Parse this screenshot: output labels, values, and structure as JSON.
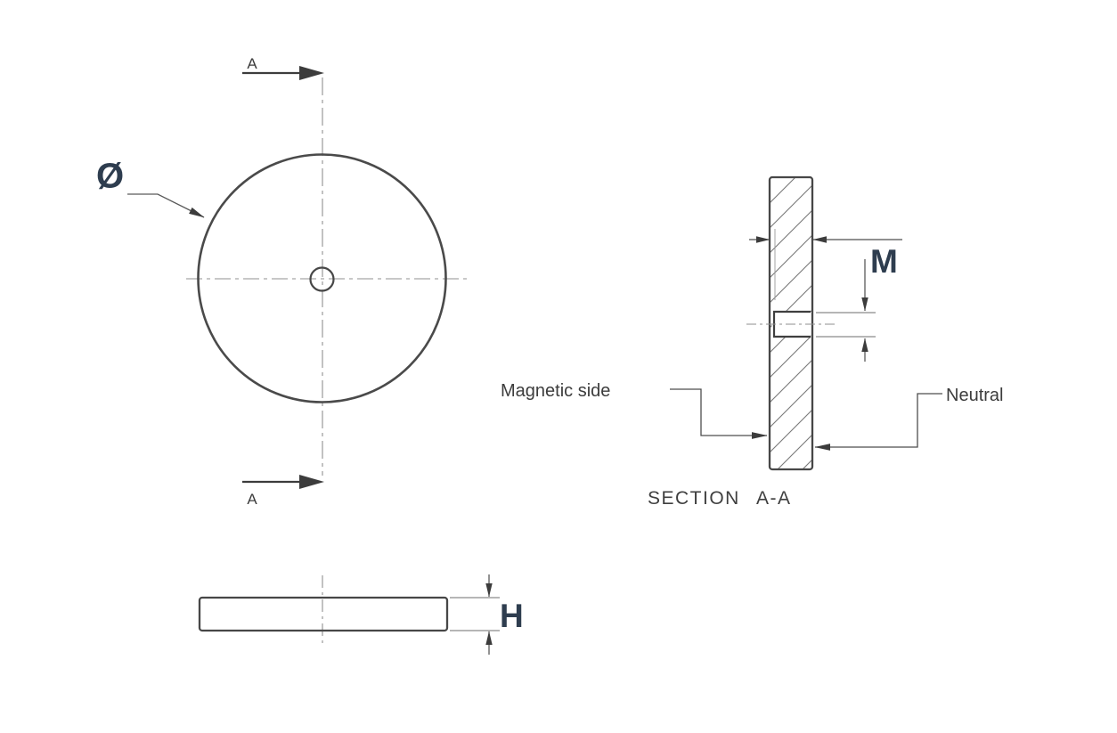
{
  "colors": {
    "drawing_line": "#4a4a4a",
    "centerline": "#8f8f8f",
    "dimension_line": "#5a5a5a",
    "hatch": "#787878",
    "scan_text": "#3c3c3c",
    "accent_label": "#2e3d4f",
    "background": "#ffffff"
  },
  "front_view": {
    "diameter_label": "Ø",
    "section_cut_label_top": "A",
    "section_cut_label_bottom": "A"
  },
  "side_view": {
    "height_label": "H"
  },
  "section_view": {
    "caption_title": "SECTION",
    "caption_ref": "A-A",
    "magnetization_depth_label": "M",
    "magnetic_side_label": "Magnetic side",
    "neutral_side_label": "Neutral"
  }
}
